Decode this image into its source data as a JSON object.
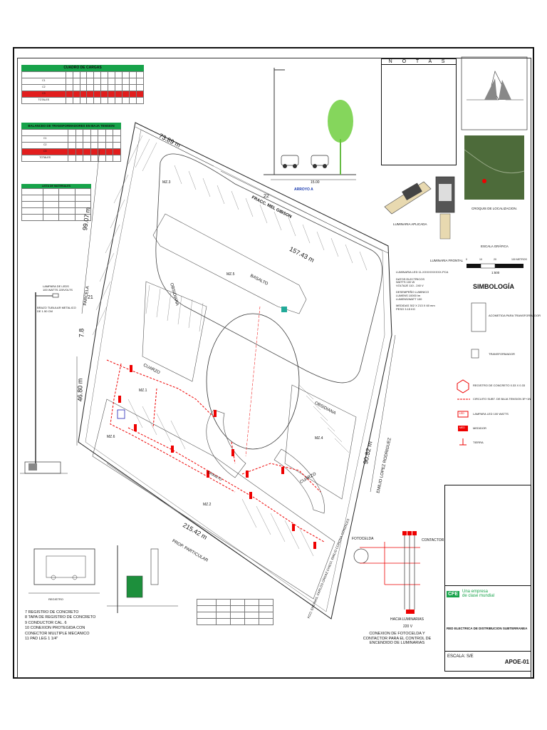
{
  "cargas_table": {
    "title": "CUADRO DE CARGAS",
    "tables_note": "cells too small to read",
    "rows": [
      "C1",
      "C2",
      "C3",
      "TOTALES"
    ]
  },
  "balance_table": {
    "title": "BALANCEO DE TRANSFORMADORES EN BAJA TENSION",
    "rows": [
      "C1",
      "C2",
      "C3",
      "TOTALES"
    ]
  },
  "materiales_table": {
    "title": "LISTA DE MATERIALES"
  },
  "notas": {
    "title": "N O T A S"
  },
  "plan": {
    "fracc_label": "FRACC. MEL GIBSON",
    "fracc_num": "22",
    "basalto": "BASALTO",
    "obsidiana1": "OBSIDIANA",
    "obsidiana2": "OBSIDIANA",
    "cuarzo1": "CUARZO",
    "cuarzo2": "CUARZO",
    "granito": "GRANITO",
    "parcela": "PARCELA",
    "parcela_num": "21",
    "prop_particular": "PROP. PARTICULAR",
    "emilio": "EMILIO LOPEZ RODRIGUEZ",
    "diagonal_road": "FCO. ENCINAS, CARLOS ORGAZ CHICO, EMILIO CORONA GONZALES",
    "dim_top": "73.89 m",
    "dim_right_top": "157.43 m",
    "dim_left": "99.07 m",
    "dim_left2": "46.80 m",
    "dim_left3": "7.8",
    "dim_right": "90.82 m",
    "dim_bottom": "215.42 m",
    "mz_labels": [
      "MZ.3",
      "MZ.5",
      "MZ.1",
      "MZ.4",
      "MZ.2",
      "MZ.6"
    ]
  },
  "section": {
    "width_label": "15.00",
    "arroyo": "ARROYO A"
  },
  "luminaires": {
    "aplicada": "LUMINARIA APLICADA",
    "frontal": "LUMINARIA FRONTAL"
  },
  "location": {
    "caption": "CROQUIS DE LOCALIZACION."
  },
  "escala": {
    "title": "ESCALA GRÁFICA",
    "ticks": [
      "0",
      "10",
      "20",
      "100 METROS"
    ],
    "ratio": "1:500"
  },
  "simbologia": {
    "title": "SIMBOLOGÍA",
    "items": [
      "ACOMETIDA PARA TRANSFORMADOR",
      "TRANSFORMADOR",
      "REGISTRO DE CONCRETO 0.33 X 0.33",
      "CIRCUITO SUBT. DE BAJA TENSION 3F+1N",
      "LAMPARA LED 100 WATTS",
      "MEDIDOR",
      "TIERRA"
    ],
    "lamp_tag": "LED",
    "meter_tag": "MED"
  },
  "luminaire_specs": {
    "title": "LUMINARIA LED 11-XXXXXXXXXX-PCA",
    "lines": [
      "DATOS ELECTRICOS",
      "WATTS    100 W",
      "VOLTAJE   110 - 240 V",
      "DESEMPEÑO LUMINICO",
      "LUMENS     10000 lm",
      "LUMENS/WATT   100",
      "MEDIDAS    302 X 213 X 60 mm",
      "PESO     3.15 KG"
    ]
  },
  "poste": {
    "label1": "LAMPARA DE LEDS",
    "label2": "100 WATTS 220VOLTS",
    "label3": "BRAZO TUBULAR METALICO",
    "label4": "DE 1.50 CM"
  },
  "registro_legend": {
    "title": "REGISTRO",
    "items": [
      "7   REGISTRO DE CONCRETO",
      "8   TAPA DE REGISTRO DE CONCRETO",
      "9   CONDUCTOR CAL. 6",
      "10  CONEXION PROTEGIDA CON CONECTOR MULTIPLE MECANICO",
      "11  PAD LEG 1 1/4\""
    ]
  },
  "fotocelda": {
    "fotocelda_label": "FOTOCELDA",
    "contactor_label": "CONTACTOR",
    "hacia": "HACIA LUMINARIAS",
    "volts": "220 V",
    "caption": "CONEXION DE FOTOCELDA Y CONTACTOR PARA EL CONTROL DE ENCENDIDO DE LUMINARIAS"
  },
  "title_block": {
    "brand1": "Una empresa",
    "brand2": "de clase mundial",
    "logo": "CFE",
    "project": "RED ELECTRICA DE DISTRIBUCION SUBTERRANEA",
    "escala": "ESCALA: S/E",
    "sheet": "APOE-01"
  }
}
